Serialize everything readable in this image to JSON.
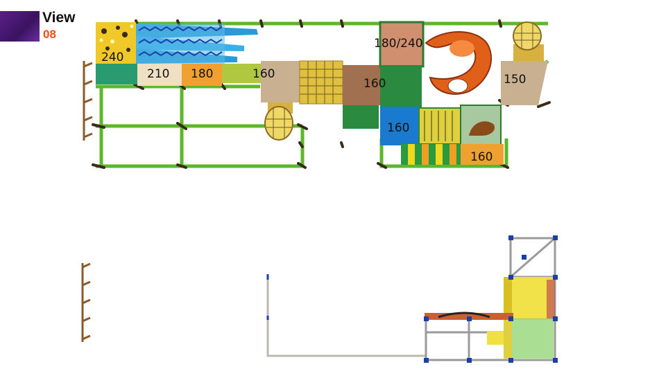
{
  "header": {
    "title": "View",
    "number": "08"
  },
  "colors": {
    "badge": "#4a1a78",
    "number": "#ff4a10",
    "frame_green": "#5cb82a",
    "frame_blue": "#1a3fa8",
    "frame_grey": "#9a9a9a",
    "slide_orange": "#e0601a",
    "slide_blue": "#2a9ad8",
    "ladder_brown": "#8a5a2a",
    "panel_yellow": "#f0d820"
  },
  "top_view": {
    "height_labels": [
      {
        "id": "h240",
        "text": "240"
      },
      {
        "id": "h210",
        "text": "210"
      },
      {
        "id": "h180",
        "text": "180"
      },
      {
        "id": "h160a",
        "text": "160"
      },
      {
        "id": "h160b",
        "text": "160"
      },
      {
        "id": "h180-240",
        "text": "180/240"
      },
      {
        "id": "h150",
        "text": "150"
      },
      {
        "id": "h160c",
        "text": "160"
      },
      {
        "id": "h160d",
        "text": "160"
      }
    ]
  },
  "side_view": {}
}
